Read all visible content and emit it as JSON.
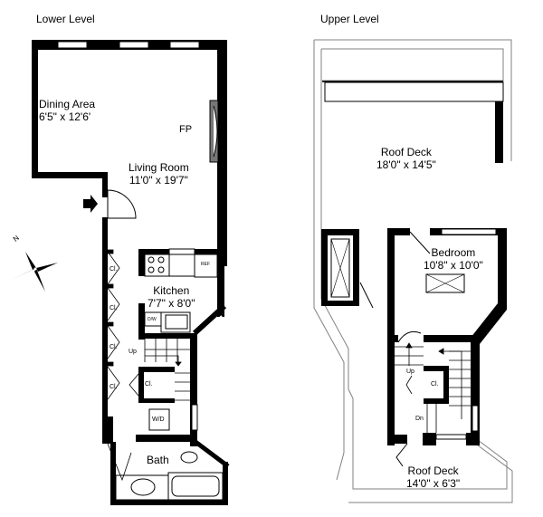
{
  "plan": {
    "lower": {
      "title": "Lower Level",
      "rooms": [
        {
          "name": "Dining Area",
          "dims": "6'5\" x 12'6'"
        },
        {
          "name": "Living Room",
          "dims": "11'0\" x 19'7\""
        },
        {
          "name": "Kitchen",
          "dims": "7'7\" x 8'0\""
        },
        {
          "name": "Bath",
          "dims": ""
        }
      ],
      "labels": {
        "fireplace": "FP",
        "closet": "Cl.",
        "up": "Up",
        "washer_dryer": "W/D",
        "dishwasher": "D/W",
        "refrigerator": "REF"
      }
    },
    "upper": {
      "title": "Upper Level",
      "rooms": [
        {
          "name": "Roof Deck",
          "dims": "18'0\" x 14'5\""
        },
        {
          "name": "Bedroom",
          "dims": "10'8\" x 10'0\""
        },
        {
          "name": "Roof Deck",
          "dims": "14'0\" x 6'3\""
        }
      ],
      "labels": {
        "closet": "Cl.",
        "up": "Up",
        "down": "Dn"
      }
    },
    "compass": {
      "label": "N"
    },
    "colors": {
      "wall": "#000000",
      "background": "#ffffff",
      "outline": "#808080"
    }
  }
}
